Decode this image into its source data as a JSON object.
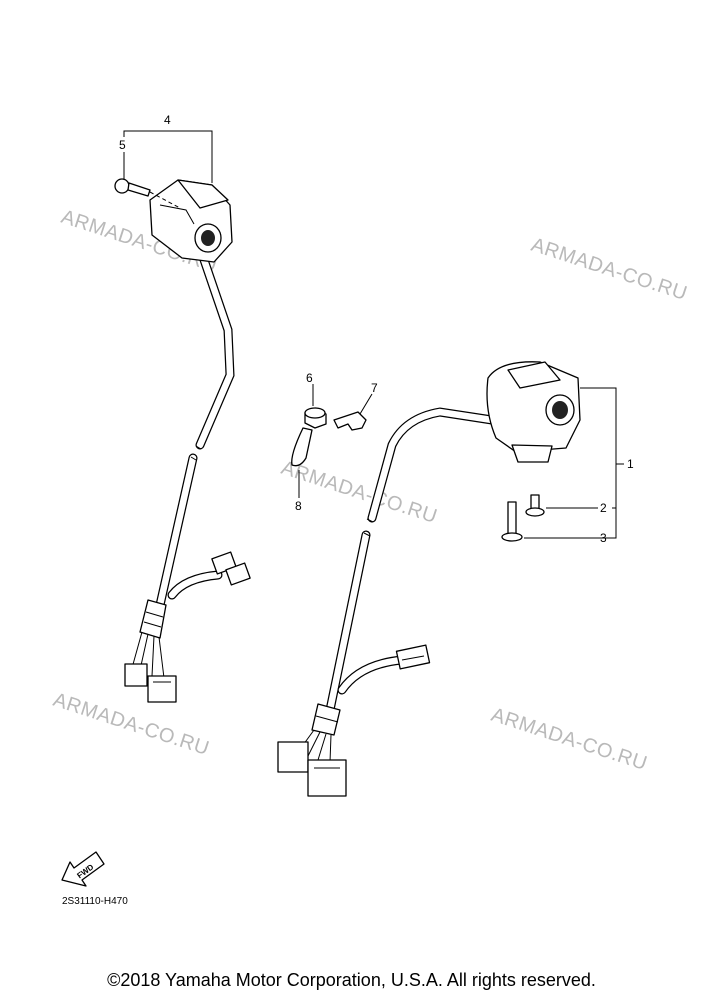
{
  "callouts": {
    "c1": "1",
    "c2": "2",
    "c3": "3",
    "c4": "4",
    "c5": "5",
    "c6": "6",
    "c7": "7",
    "c8": "8"
  },
  "watermarks": {
    "w1": "ARMADA-CO.RU",
    "w2": "ARMADA-CO.RU",
    "w3": "ARMADA-CO.RU",
    "w4": "ARMADA-CO.RU",
    "w5": "ARMADA-CO.RU"
  },
  "fwd_label": "FWD",
  "diagram_code": "2S31110-H470",
  "copyright": "©2018 Yamaha Motor Corporation, U.S.A. All rights reserved."
}
